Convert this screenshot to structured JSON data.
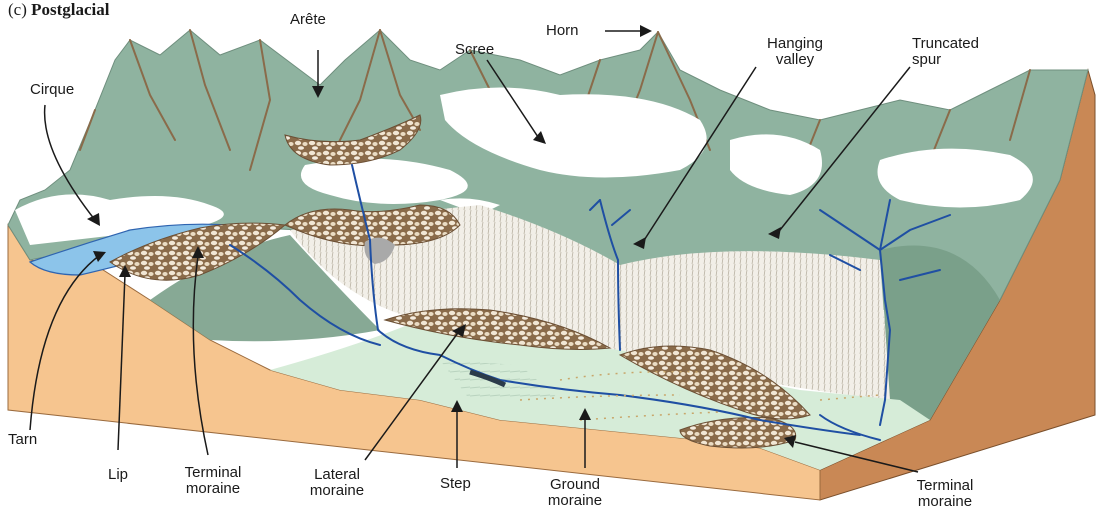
{
  "title": {
    "prefix": "(c)",
    "text": "Postglacial"
  },
  "labels": {
    "arete": "Arête",
    "horn": "Horn",
    "scree": "Scree",
    "cirque": "Cirque",
    "hanging_valley_1": "Hanging",
    "hanging_valley_2": "valley",
    "truncated_spur_1": "Truncated",
    "truncated_spur_2": "spur",
    "tarn": "Tarn",
    "lip": "Lip",
    "terminal_moraine_left_1": "Terminal",
    "terminal_moraine_left_2": "moraine",
    "lateral_moraine_1": "Lateral",
    "lateral_moraine_2": "moraine",
    "step": "Step",
    "ground_moraine_1": "Ground",
    "ground_moraine_2": "moraine",
    "terminal_moraine_right_1": "Terminal",
    "terminal_moraine_right_2": "moraine"
  },
  "colors": {
    "mountain": "#8fb3a0",
    "rock_line": "#8a6b4a",
    "snow": "#ffffff",
    "ground_front": "#f6c58f",
    "ground_side": "#c98855",
    "valley_floor": "#d6ecd8",
    "water": "#8cc4ea",
    "stream": "#1f4fa3",
    "moraine": "#c7a987",
    "arrow": "#1a1a1a"
  }
}
